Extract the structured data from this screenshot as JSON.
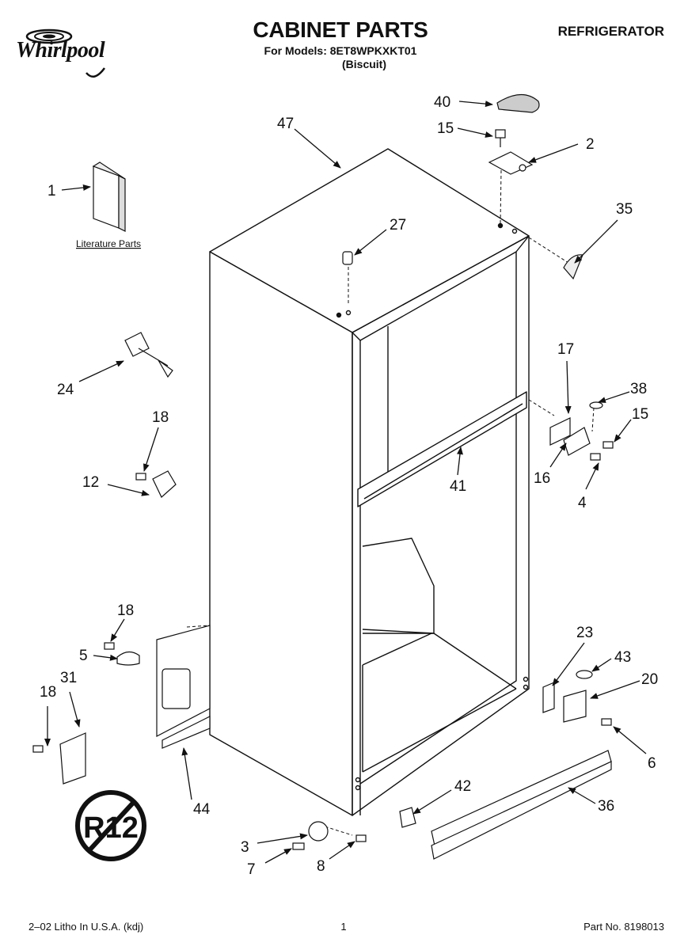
{
  "header": {
    "brand": "Whirlpool",
    "title": "CABINET PARTS",
    "models_line": "For Models: 8ET8WPKXKT01",
    "color_line": "(Biscuit)",
    "category": "REFRIGERATOR"
  },
  "diagram": {
    "literature_label": "Literature Parts",
    "callouts": {
      "c1": "1",
      "c2": "2",
      "c3": "3",
      "c4": "4",
      "c5": "5",
      "c6": "6",
      "c7": "7",
      "c8": "8",
      "c12": "12",
      "c15a": "15",
      "c15b": "15",
      "c16": "16",
      "c17": "17",
      "c18a": "18",
      "c18b": "18",
      "c18c": "18",
      "c20": "20",
      "c23": "23",
      "c24": "24",
      "c27": "27",
      "c31": "31",
      "c35": "35",
      "c36": "36",
      "c38": "38",
      "c40": "40",
      "c41": "41",
      "c42": "42",
      "c43": "43",
      "c44": "44",
      "c47": "47"
    },
    "r12_badge": "R12"
  },
  "footer": {
    "left": "2–02 Litho In U.S.A. (kdj)",
    "page": "1",
    "part_no": "Part No. 8198013"
  }
}
